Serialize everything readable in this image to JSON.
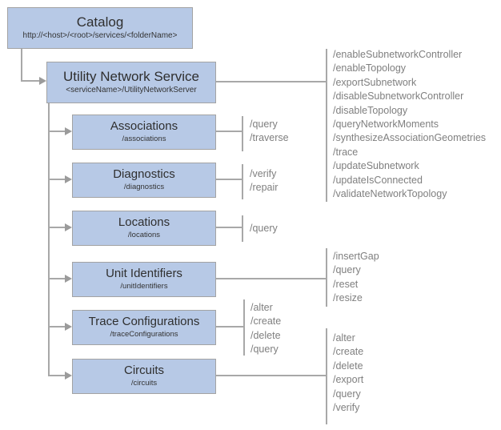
{
  "diagram": {
    "root": {
      "title": "Catalog",
      "subtitle": "http://<host>/<root>/services/<folderName>"
    },
    "service": {
      "title": "Utility Network Service",
      "subtitle": "<serviceName>/UtilityNetworkServer",
      "operations": [
        "/enableSubnetworkController",
        "/enableTopology",
        "/exportSubnetwork",
        "/disableSubnetworkController",
        "/disableTopology",
        "/queryNetworkMoments",
        "/synthesizeAssociationGeometries",
        "/trace",
        "/updateSubnetwork",
        "/updateIsConnected",
        "/validateNetworkTopology"
      ]
    },
    "children": [
      {
        "title": "Associations",
        "subtitle": "/associations",
        "operations": [
          "/query",
          "/traverse"
        ]
      },
      {
        "title": "Diagnostics",
        "subtitle": "/diagnostics",
        "operations": [
          "/verify",
          "/repair"
        ]
      },
      {
        "title": "Locations",
        "subtitle": "/locations",
        "operations": [
          "/query"
        ]
      },
      {
        "title": "Unit Identifiers",
        "subtitle": "/unitIdentifiers",
        "operations": [
          "/insertGap",
          "/query",
          "/reset",
          "/resize"
        ]
      },
      {
        "title": "Trace Configurations",
        "subtitle": "/traceConfigurations",
        "operations": [
          "/alter",
          "/create",
          "/delete",
          "/query"
        ]
      },
      {
        "title": "Circuits",
        "subtitle": "/circuits",
        "operations": [
          "/alter",
          "/create",
          "/delete",
          "/export",
          "/query",
          "/verify"
        ]
      }
    ],
    "colors": {
      "box_fill": "#b7c9e6",
      "box_border": "#a3a3a3",
      "connector": "#a8a8a8",
      "operations_text": "#7f7f7f",
      "title_text": "#2f2f2f"
    }
  }
}
